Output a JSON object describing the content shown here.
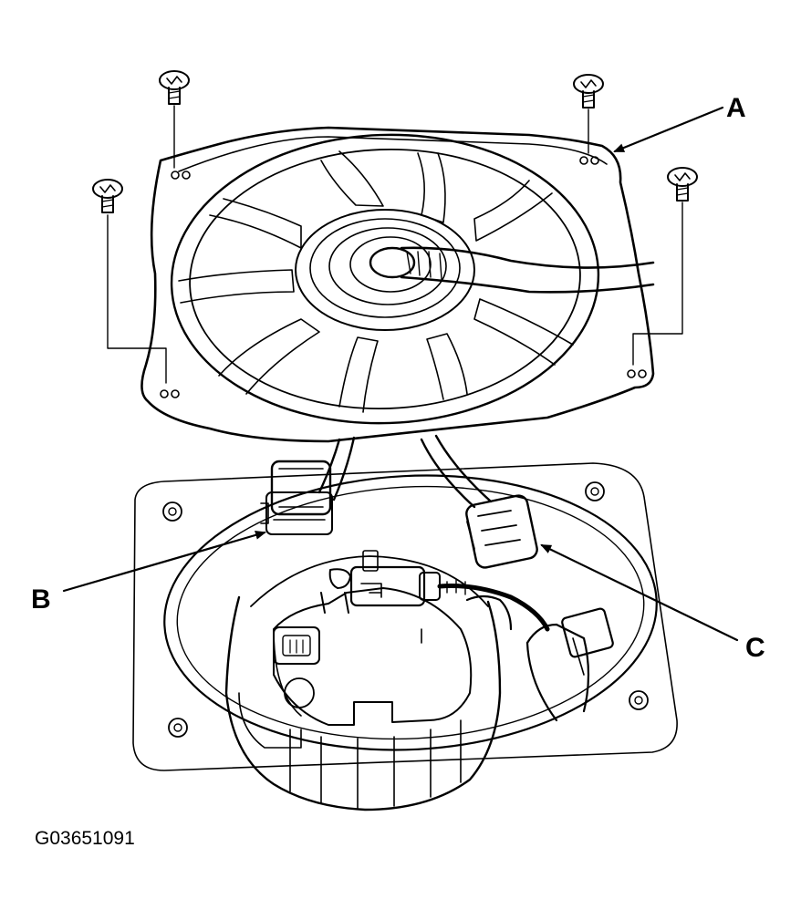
{
  "callouts": {
    "a": "A",
    "b": "B",
    "c": "C"
  },
  "figure_id": "G03651091",
  "colors": {
    "ink": "#000000",
    "paper": "#ffffff"
  }
}
